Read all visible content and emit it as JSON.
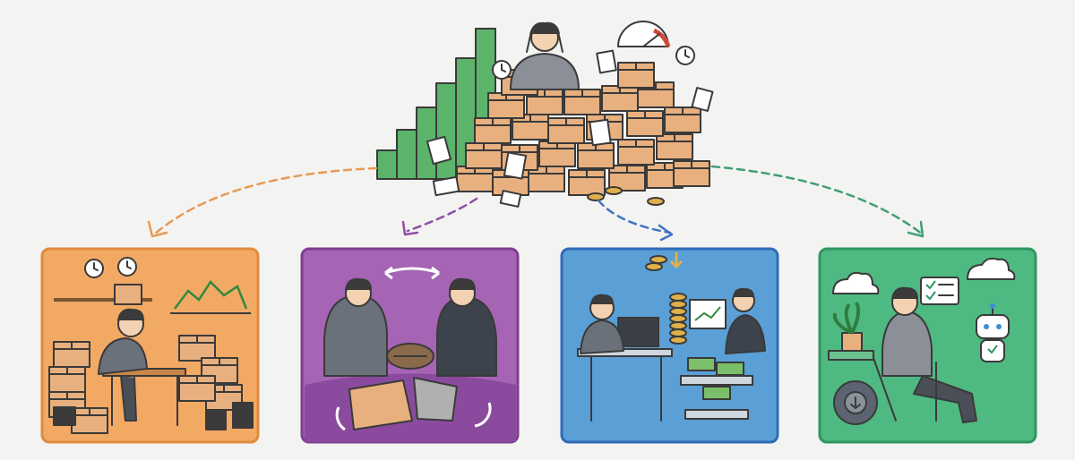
{
  "colors": {
    "background": "#f3f3f1",
    "panel_orange": "#f2a964",
    "panel_purple": "#a564b4",
    "panel_blue": "#5a9fd6",
    "panel_green": "#4fb982",
    "box": "#e8b07e",
    "bar_green": "#5bb46a",
    "outline": "#3a3a3a"
  },
  "icons": [
    "cardboard-box-icon",
    "stress-person-icon",
    "speedometer-icon",
    "clock-icon",
    "coin-stack-icon",
    "money-bill-icon",
    "puzzle-icon",
    "handshake-icon",
    "robot-icon",
    "cloud-icon",
    "checklist-icon",
    "gear-icon",
    "plant-icon"
  ],
  "scenes": [
    {
      "id": "overwhelmed-worker",
      "color": "orange"
    },
    {
      "id": "negotiation",
      "color": "purple"
    },
    {
      "id": "financial-stress",
      "color": "blue"
    },
    {
      "id": "relaxed-automation",
      "color": "green"
    }
  ]
}
